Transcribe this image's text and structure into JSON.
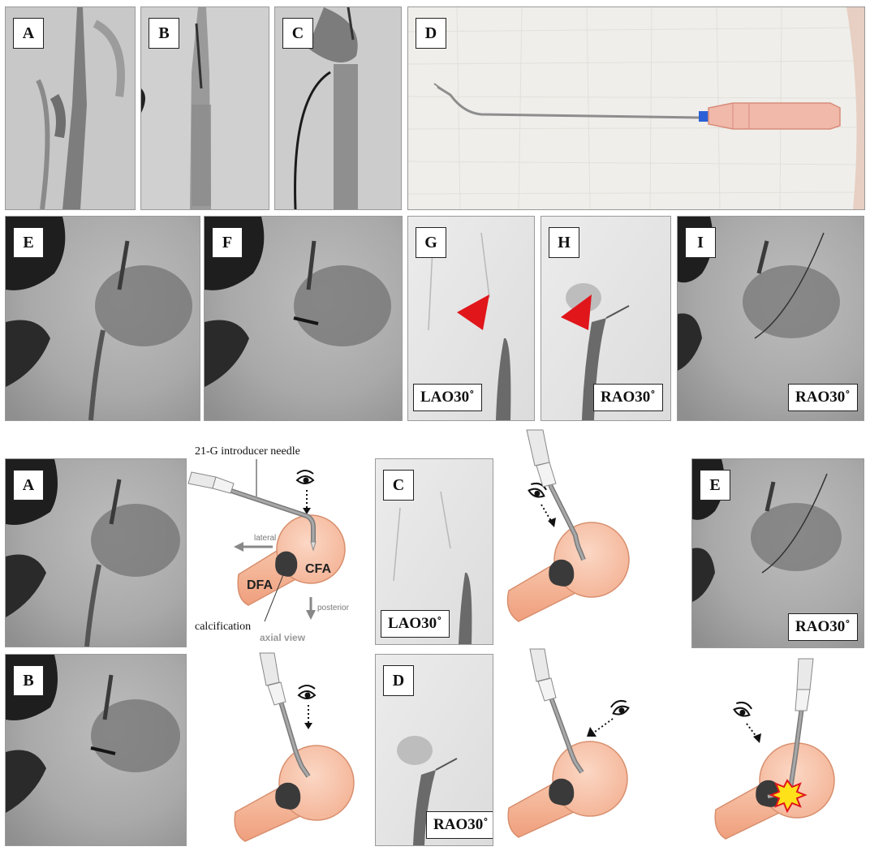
{
  "top_panels": {
    "A": "A",
    "B": "B",
    "C": "C",
    "D": "D",
    "E": "E",
    "F": "F",
    "G": "G",
    "H": "H",
    "I": "I",
    "G_angle": "LAO30˚",
    "H_angle": "RAO30˚",
    "I_angle": "RAO30˚"
  },
  "bottom_panels": {
    "A": "A",
    "B": "B",
    "C": "C",
    "D": "D",
    "E": "E",
    "C_angle": "LAO30˚",
    "D_angle": "RAO30˚",
    "E_angle": "RAO30˚"
  },
  "diagram": {
    "needle_label": "21-G introducer needle",
    "cfa": "CFA",
    "dfa": "DFA",
    "calcification": "calcification",
    "lateral": "lateral",
    "posterior": "posterior",
    "axial_view": "axial view"
  },
  "colors": {
    "artery_fill": "#f7c3a8",
    "artery_stroke": "#d88f6e",
    "calcification": "#3a3a3a",
    "arrowhead_red": "#e0161b",
    "needle": "#9a9a9a"
  }
}
